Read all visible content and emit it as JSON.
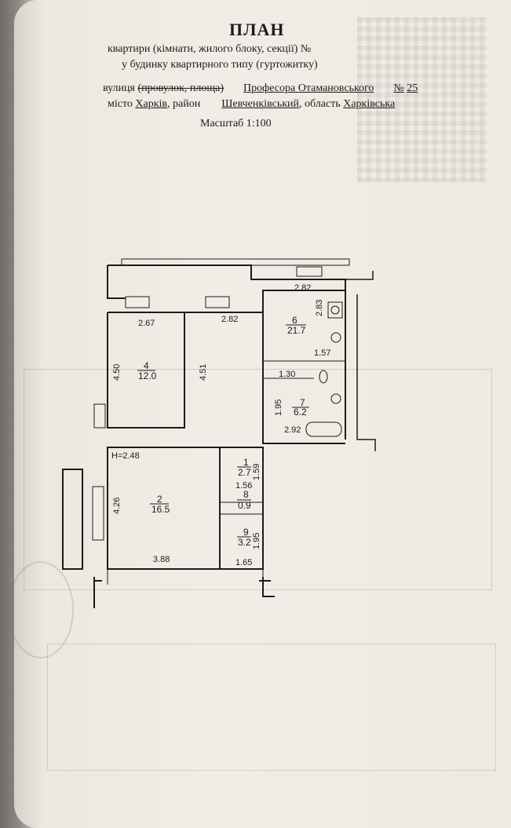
{
  "header": {
    "title": "ПЛАН",
    "line1": "квартири (кімнати, жилого блоку, секції) №",
    "line2": "у будинку квартирного типу (гуртожитку)",
    "street_label": "вулиця",
    "street_struck": "(провулок, площа)",
    "street_name": "Професора Отамановського",
    "number_label": "№",
    "number": "25",
    "city_label": "місто",
    "city": "Харків",
    "district_label": "район",
    "district": "Шевченківський",
    "oblast_label": "область",
    "oblast": "Харківська",
    "scale": "Масштаб 1:100"
  },
  "plan": {
    "height_label": "H=2.48",
    "rooms": [
      {
        "num": "1",
        "area": "2.7"
      },
      {
        "num": "2",
        "area": "16.5"
      },
      {
        "num": "4",
        "area": "12.0"
      },
      {
        "num": "6",
        "area": "21.7"
      },
      {
        "num": "7",
        "area": "6.2"
      },
      {
        "num": "8",
        "area": "0.9"
      },
      {
        "num": "9",
        "area": "3.2"
      }
    ],
    "dims": {
      "d267": "2.67",
      "d282a": "2.82",
      "d282b": "2.82",
      "d283": "2.83",
      "d450": "4.50",
      "d451": "4.51",
      "d157": "1.57",
      "d130": "1.30",
      "d195a": "1.95",
      "d292": "2.92",
      "d159": "1.59",
      "d156": "1.56",
      "d426": "4.26",
      "d195b": "1.95",
      "d388": "3.88",
      "d165": "1.65"
    }
  }
}
